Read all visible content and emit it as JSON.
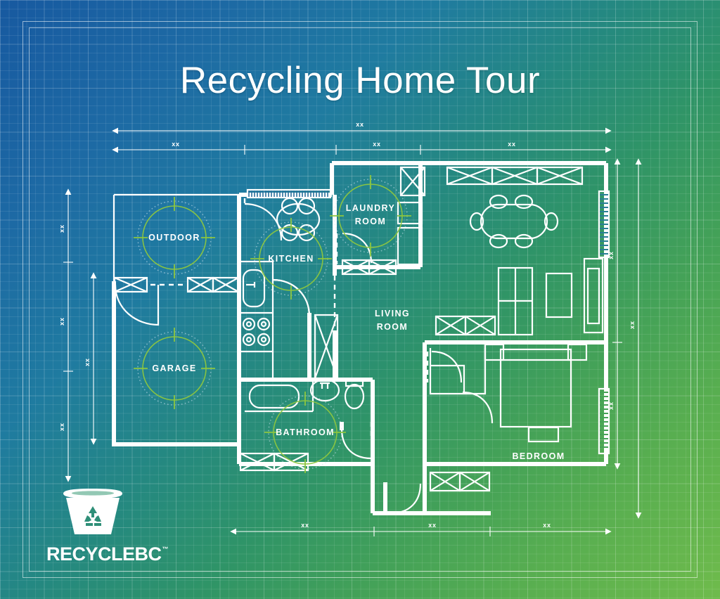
{
  "page": {
    "title": "Recycling Home Tour",
    "accent_green": "#8DC63F",
    "line_color": "#ffffff",
    "bg_start": "#1759a0",
    "bg_end": "#6fbb4c"
  },
  "dimensions": {
    "label": "xx",
    "top_overall": [
      "xx"
    ],
    "top_segments": [
      "xx",
      "xx",
      "xx"
    ],
    "bottom_segments": [
      "xx",
      "xx",
      "xx"
    ],
    "left_outer_segments": [
      "xx",
      "xx",
      "xx"
    ],
    "left_inner_segments": [
      "xx"
    ],
    "right_inner_segments": [
      "xx",
      "xx"
    ],
    "right_outer_segments": [
      "xx"
    ]
  },
  "rooms": [
    {
      "id": "outdoor",
      "label": "OUTDOOR",
      "hotspot": true,
      "lines": [
        "OUTDOOR"
      ]
    },
    {
      "id": "garage",
      "label": "GARAGE",
      "hotspot": true,
      "lines": [
        "GARAGE"
      ]
    },
    {
      "id": "kitchen",
      "label": "KITCHEN",
      "hotspot": true,
      "lines": [
        "KITCHEN"
      ]
    },
    {
      "id": "laundry",
      "label": "LAUNDRY ROOM",
      "hotspot": true,
      "lines": [
        "LAUNDRY",
        "ROOM"
      ]
    },
    {
      "id": "living",
      "label": "LIVING ROOM",
      "hotspot": false,
      "lines": [
        "LIVING",
        "ROOM"
      ]
    },
    {
      "id": "bathroom",
      "label": "BATHROOM",
      "hotspot": true,
      "lines": [
        "BATHROOM"
      ]
    },
    {
      "id": "bedroom",
      "label": "BEDROOM",
      "hotspot": false,
      "lines": [
        "BEDROOM"
      ]
    }
  ],
  "room_labels": {
    "outdoor": "OUTDOOR",
    "garage": "GARAGE",
    "kitchen": "KITCHEN",
    "laundry_1": "LAUNDRY",
    "laundry_2": "ROOM",
    "living_1": "LIVING",
    "living_2": "ROOM",
    "bathroom": "BATHROOM",
    "bedroom": "BEDROOM"
  },
  "logo": {
    "name": "RECYCLEBC",
    "trademark": "™",
    "icon": "recycling-bin-icon"
  }
}
